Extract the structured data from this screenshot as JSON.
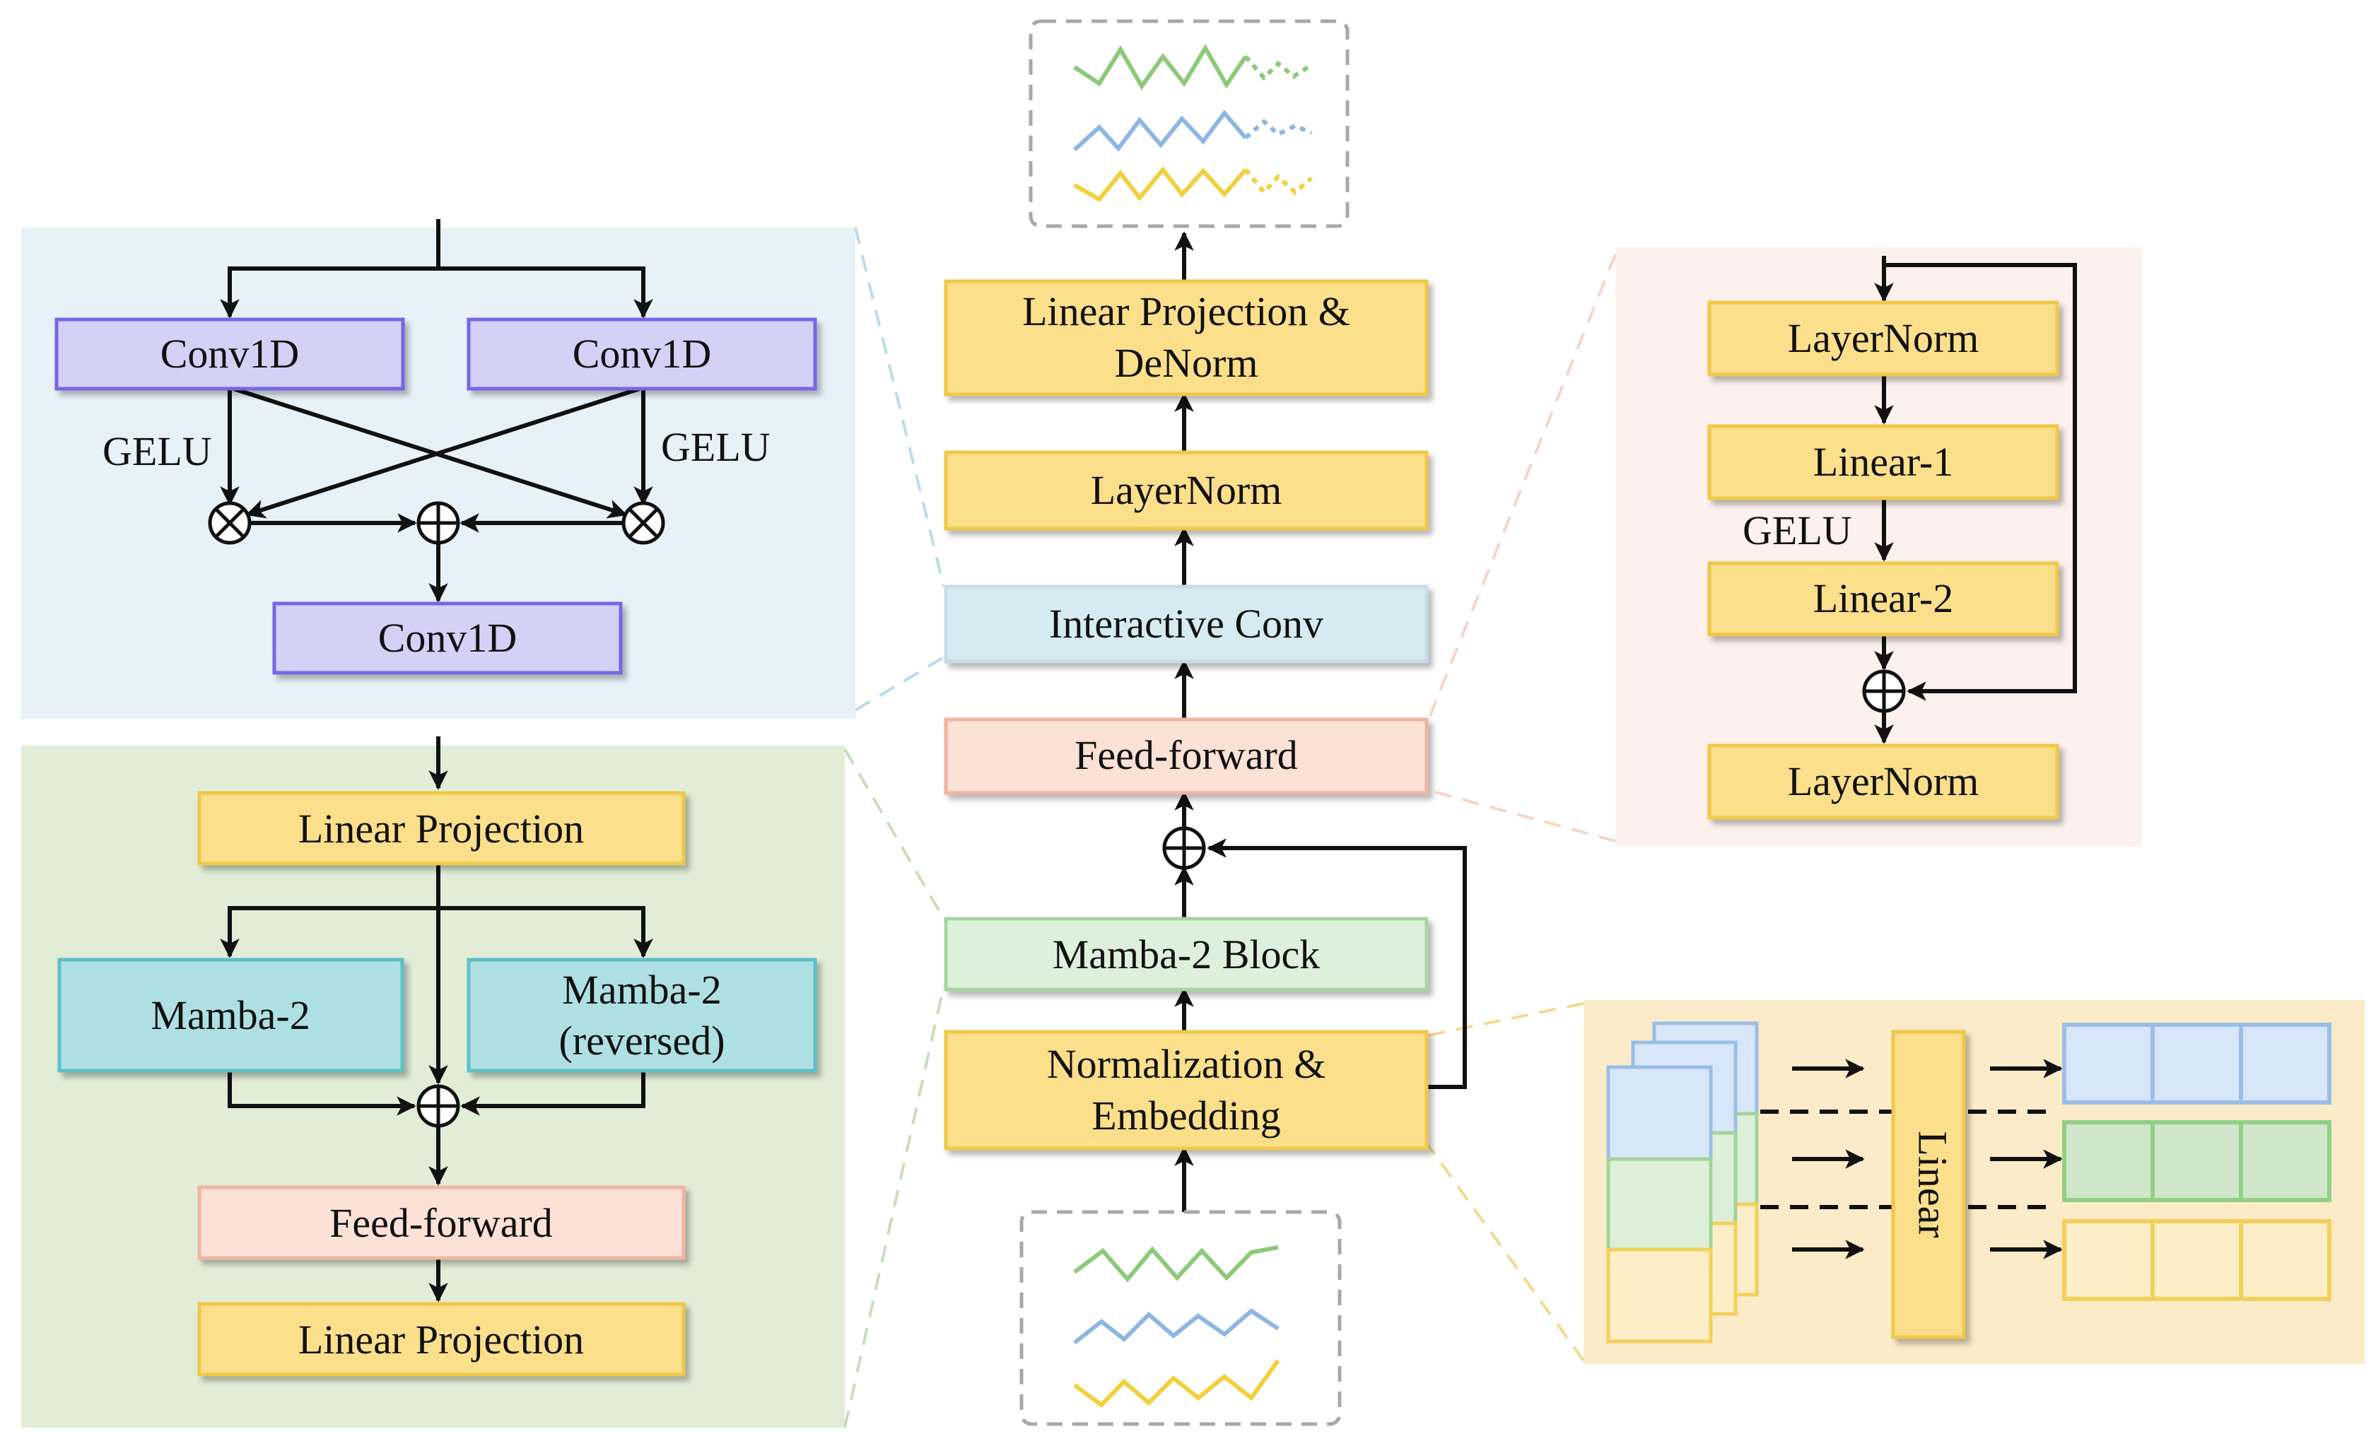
{
  "colors": {
    "yellow_box": "#FBDF8A",
    "yellow_border": "#F0C848",
    "purple_box": "#D5D0F6",
    "purple_border": "#7766E6",
    "teal_box": "#AEE0E3",
    "teal_border": "#5EC1C5",
    "peach_box": "#FBE1D6",
    "peach_border": "#F1B5A1",
    "lightblue_box": "#D6EBF1",
    "green_box": "#DDF0DB",
    "green_border": "#A6D6A0",
    "panel_blue": "#E6F2F8",
    "panel_green": "#E1EDD7",
    "panel_peach": "#FCF1EC",
    "panel_yellow": "#FCEBC8",
    "series_green": "#8CC978",
    "series_blue": "#8DB7E2",
    "series_yellow": "#F3CF3B"
  },
  "center": {
    "linear_projection_denorm": [
      "Linear Projection &",
      "DeNorm"
    ],
    "layernorm": "LayerNorm",
    "interactive_conv": "Interactive Conv",
    "feed_forward": "Feed-forward",
    "mamba2_block": "Mamba-2 Block",
    "normalization_embedding": [
      "Normalization &",
      "Embedding"
    ]
  },
  "conv_panel": {
    "conv1d_left": "Conv1D",
    "conv1d_right": "Conv1D",
    "gelu_left": "GELU",
    "gelu_right": "GELU",
    "conv1d_bottom": "Conv1D"
  },
  "mamba_panel": {
    "linear_projection_top": "Linear Projection",
    "mamba2": "Mamba-2",
    "mamba2_reversed": [
      "Mamba-2",
      "(reversed)"
    ],
    "feed_forward": "Feed-forward",
    "linear_projection_bottom": "Linear Projection"
  },
  "ffn_panel": {
    "layernorm_top": "LayerNorm",
    "linear1": "Linear-1",
    "gelu": "GELU",
    "linear2": "Linear-2",
    "layernorm_bottom": "LayerNorm"
  },
  "embed_panel": {
    "linear": "Linear"
  }
}
